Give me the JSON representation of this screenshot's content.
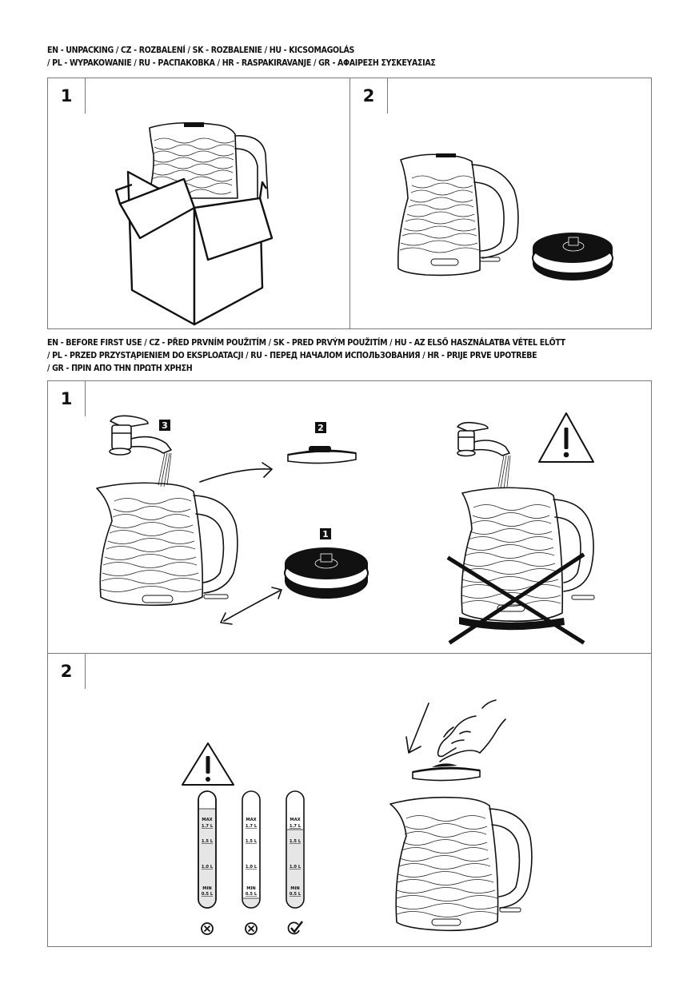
{
  "sections": {
    "unpacking": {
      "heading_lines": [
        "EN - UNPACKING / CZ - ROZBALENÍ / SK - ROZBALENIE / HU - KICSOMAGOLÁS",
        "/ PL - WYPAKOWANIE / RU - РАСПАКОВКА / HR - RASPAKIRAVANJE / GR - ΑΦΑΙΡΕΣΗ ΣΥΣΚΕΥΑΣΙΑΣ"
      ],
      "steps": [
        {
          "number": "1",
          "illustration": "kettle-in-open-box"
        },
        {
          "number": "2",
          "illustration": "kettle-and-power-base"
        }
      ]
    },
    "before_first_use": {
      "heading_lines": [
        "EN - BEFORE FIRST USE / CZ - PŘED PRVNÍM POUŽITÍM / SK - PRED PRVÝM POUŽITÍM / HU - AZ ELSŐ HASZNÁLATBA VÉTEL ELŐTT",
        "/ PL - PRZED PRZYSTĄPIENIEM DO EKSPLOATACJI / RU - ПЕРЕД НАЧАЛОМ ИСПОЛЬЗОВАНИЯ / HR - PRIJE PRVE UPOTREBE",
        "/ GR - ΠΡΙΝ ΑΠΟ ΤΗΝ ΠΡΩΤΗ ΧΡΗΣΗ"
      ],
      "steps": [
        {
          "number": "1",
          "badges": [
            "3",
            "2",
            "1"
          ],
          "badge_meanings": {
            "3": "fill from tap",
            "2": "lid removed",
            "1": "power base removed"
          },
          "warning_icon": "warning-triangle-icon",
          "prohibited": "filling kettle while on power base"
        },
        {
          "number": "2",
          "warning_icon": "warning-triangle-icon",
          "gauge_labels": [
            "MAX",
            "1.7 L",
            "1.5 L",
            "1.0 L",
            "MIN",
            "0.5 L"
          ],
          "gauges": [
            {
              "fill_level": "above MAX",
              "verdict": "wrong",
              "verdict_icon": "circle-x-icon"
            },
            {
              "fill_level": "below MIN",
              "verdict": "wrong",
              "verdict_icon": "circle-x-icon"
            },
            {
              "fill_level": "at MAX (1.7 L)",
              "verdict": "correct",
              "verdict_icon": "check-mark-icon"
            }
          ],
          "illustration": "hand-pressing-lid-onto-kettle"
        }
      ]
    }
  }
}
